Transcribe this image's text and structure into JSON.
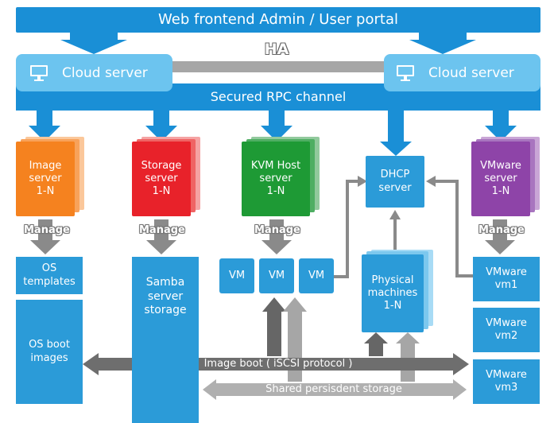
{
  "frontend": {
    "label": "Web frontend   Admin / User portal"
  },
  "ha": {
    "label": "HA"
  },
  "cloud_left": {
    "label": "Cloud server",
    "icon": "monitor-icon"
  },
  "cloud_right": {
    "label": "Cloud server",
    "icon": "monitor-icon"
  },
  "rpc": {
    "label": "Secured RPC channel"
  },
  "servers": {
    "image": {
      "label": "Image\nserver\n1-N",
      "color": "#f5821f"
    },
    "storage": {
      "label": "Storage\nserver\n1-N",
      "color": "#e8222a"
    },
    "kvm": {
      "label": "KVM Host\nserver\n1-N",
      "color": "#1e9a35"
    },
    "dhcp": {
      "label": "DHCP\nserver",
      "color": "#2b9bd8"
    },
    "vmware": {
      "label": "VMware\nserver\n1-N",
      "color": "#8e44a8"
    }
  },
  "manage_label": "Manage",
  "os_templates": {
    "label": "OS\ntemplates"
  },
  "os_boot": {
    "label": "OS boot\nimages"
  },
  "samba": {
    "label": "Samba\nserver\nstorage"
  },
  "vms": [
    "VM",
    "VM",
    "VM"
  ],
  "physical": {
    "label": "Physical\nmachines\n1-N"
  },
  "vmware_vms": [
    "VMware\nvm1",
    "VMware\nvm2",
    "VMware\nvm3"
  ],
  "image_boot": {
    "label": "Image boot ( iSCSI protocol )"
  },
  "shared_storage": {
    "label": "Shared persisdent storage"
  }
}
